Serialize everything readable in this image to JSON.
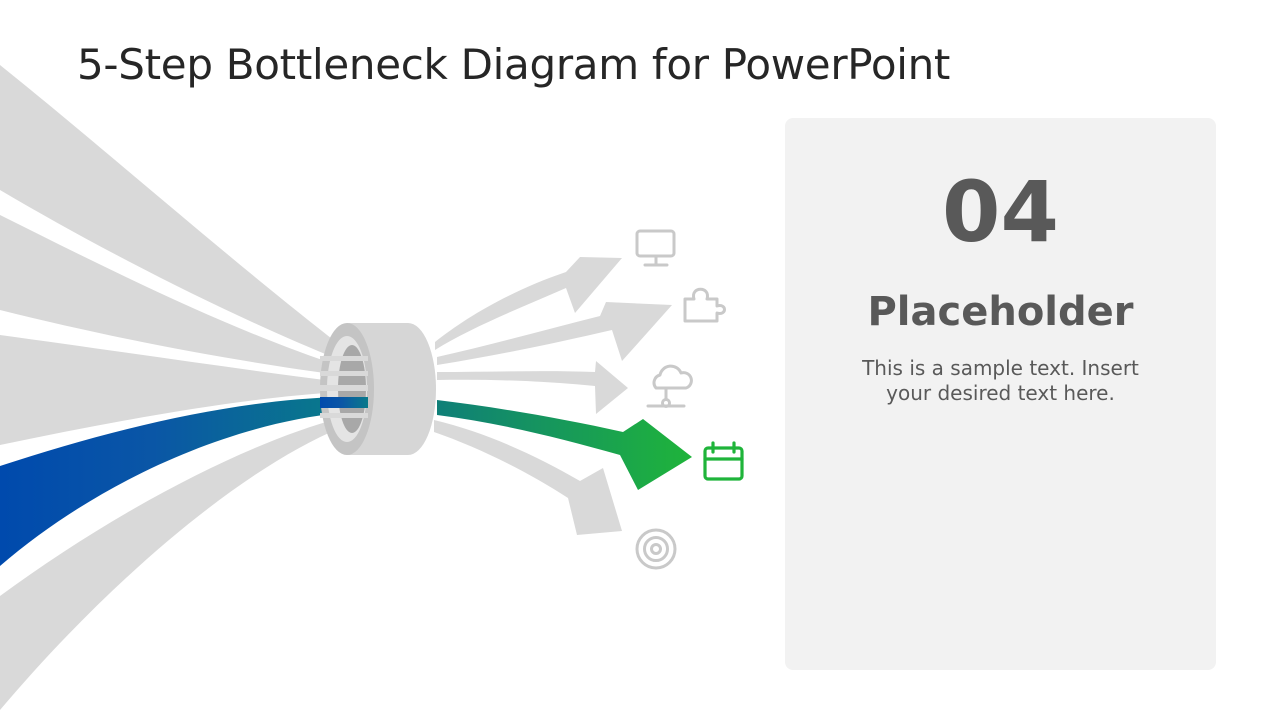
{
  "title": "5-Step Bottleneck Diagram for PowerPoint",
  "panel": {
    "number": "04",
    "heading": "Placeholder",
    "text": "This is a sample text. Insert your desired text here."
  },
  "diagram": {
    "active_step": 4,
    "colors": {
      "inactive": "#d9d9d9",
      "icon_inactive": "#c9c9c9",
      "blue": "#004aad",
      "teal": "#097a8a",
      "green": "#1fb43a",
      "ring": "#d6d6d6",
      "ring_shadow": "#c4c4c4"
    },
    "steps": [
      {
        "icon": "monitor-icon"
      },
      {
        "icon": "puzzle-icon"
      },
      {
        "icon": "cloud-network-icon"
      },
      {
        "icon": "calendar-icon"
      },
      {
        "icon": "target-icon"
      }
    ]
  }
}
